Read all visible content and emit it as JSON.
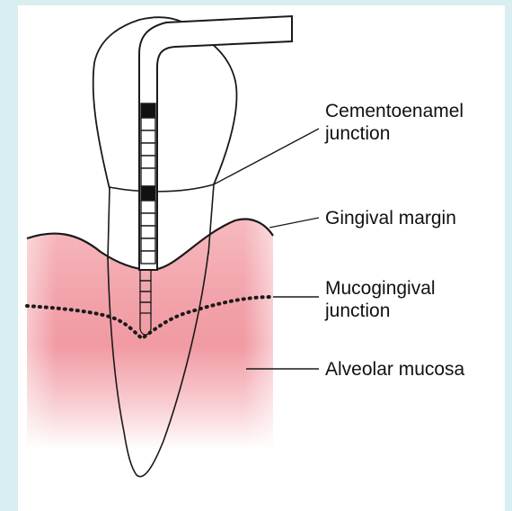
{
  "labels": {
    "cej_line1": "Cementoenamel",
    "cej_line2": "junction",
    "gingival_margin": "Gingival margin",
    "mgj_line1": "Mucogingival",
    "mgj_line2": "junction",
    "alveolar_mucosa": "Alveolar mucosa"
  },
  "colors": {
    "background": "#d9eef0",
    "panel": "#ffffff",
    "gingiva": "#f3a8ae",
    "mucosa": "#ee8f99",
    "line": "#1a1a1a"
  },
  "icons": {
    "probe": "periodontal-probe-icon",
    "tooth": "tooth-icon"
  }
}
